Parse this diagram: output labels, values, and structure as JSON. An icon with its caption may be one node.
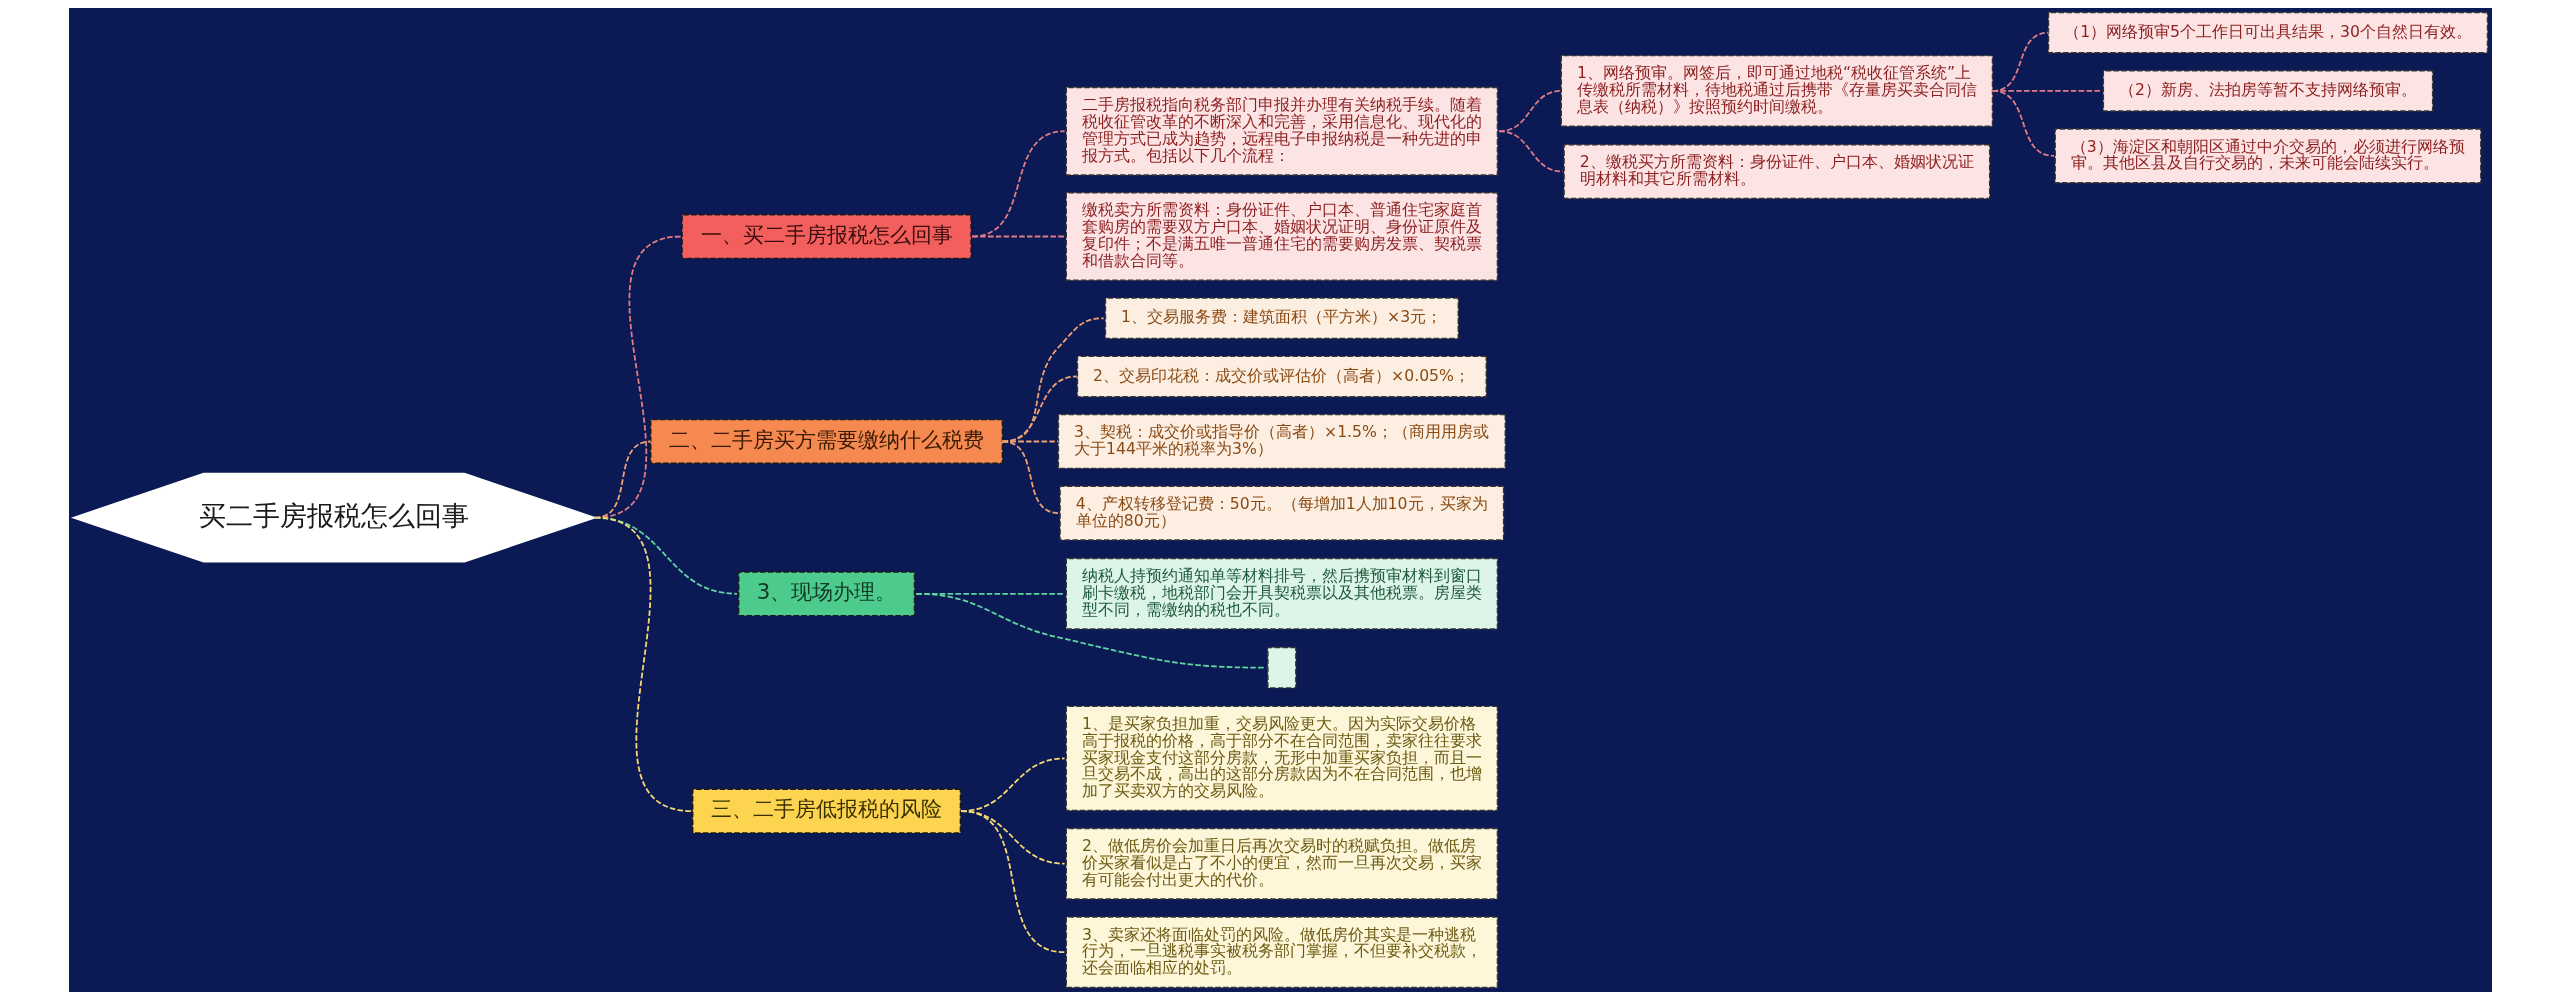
{
  "diagram": {
    "nodes": [
      {
        "text": [
          "买二手房报税怎么回事"
        ]
      },
      {
        "text": [
          "一、买二手房报税怎么回事"
        ]
      },
      {
        "text": [
          "二手房报税指向税务部门申报并办理有关纳税手续。随着税收征管改革的不断深入和完善，采用信息化、现代化的管理方式已成为趋势，远程电子申报纳税是一种先进的申报方式。包括以下几个流程："
        ]
      },
      {
        "text": [
          "1、网络预审。网签后，即可通过地税“税收征管系统”上传缴税所需材料，待地税通过后携带《存量房买卖合同信息表（纳税）》按照预约时间缴税。"
        ]
      },
      {
        "text": [
          "（1）网络预审5个工作日可出具结果，30个自然日有效。"
        ]
      },
      {
        "text": [
          "（2）新房、法拍房等暂不支持网络预审。"
        ]
      },
      {
        "text": [
          "（3）海淀区和朝阳区通过中介交易的，必须进行网络预审。其他区县及自行交易的，未来可能会陆续实行。"
        ]
      },
      {
        "text": [
          "2、缴税买方所需资料：身份证件、户口本、婚姻状况证明材料和其它所需材料。"
        ]
      },
      {
        "text": [
          "缴税卖方所需资料：身份证件、户口本、普通住宅家庭首套购房的需要双方户口本、婚姻状况证明、身份证原件及复印件；不是满五唯一普通住宅的需要购房发票、契税票和借款合同等。"
        ]
      },
      {
        "text": [
          "二、二手房买方需要缴纳什么税费"
        ]
      },
      {
        "text": [
          "1、交易服务费：建筑面积（平方米）×3元；"
        ]
      },
      {
        "text": [
          "2、交易印花税：成交价或评估价（高者）×0.05%；"
        ]
      },
      {
        "text": [
          "3、契税：成交价或指导价（高者）×1.5%；（商用用房或大于144平米的税率为3%）"
        ]
      },
      {
        "text": [
          "4、产权转移登记费：50元。（每增加1人加10元，买家为单位的80元）"
        ]
      },
      {
        "text": [
          "3、现场办理。"
        ]
      },
      {
        "text": [
          "纳税人持预约通知单等材料排号，然后携预审材料到窗口刷卡缴税，地税部门会开具契税票以及其他税票。房屋类型不同，需缴纳的税也不同。"
        ]
      },
      {
        "text": [],
        "shape": "box"
      },
      {
        "text": [
          "三、二手房低报税的风险"
        ]
      },
      {
        "text": [
          "1、是买家负担加重，交易风险更大。因为实际交易价格高于报税的价格，高于部分不在合同范围，卖家往往要求买家现金支付这部分房款，无形中加重买家负担，而且一旦交易不成，高出的这部分房款因为不在合同范围，也增加了买卖双方的交易风险。"
        ]
      },
      {
        "text": [
          "2、做低房价会加重日后再次交易时的税赋负担。做低房价买家看似是占了不小的便宜，然而一旦再次交易，买家有可能会付出更大的代价。"
        ]
      },
      {
        "text": [
          "3、卖家还将面临处罚的风险。做低房价其实是一种逃税行为，一旦逃税事实被税务部门掌握，不但要补交税款，还会面临相应的处罚。"
        ]
      }
    ],
    "edges": [
      {
        "from": 0,
        "to": 1,
        "arrow": "none",
        "style": "dashed"
      },
      {
        "from": 1,
        "to": 2,
        "arrow": "none",
        "style": "dashed"
      },
      {
        "from": 2,
        "to": 3,
        "arrow": "none",
        "style": "dashed"
      },
      {
        "from": 3,
        "to": 4,
        "arrow": "none",
        "style": "dashed"
      },
      {
        "from": 3,
        "to": 5,
        "arrow": "none",
        "style": "dashed"
      },
      {
        "from": 3,
        "to": 6,
        "arrow": "none",
        "style": "dashed"
      },
      {
        "from": 2,
        "to": 7,
        "arrow": "none",
        "style": "dashed"
      },
      {
        "from": 1,
        "to": 8,
        "arrow": "none",
        "style": "dashed"
      },
      {
        "from": 0,
        "to": 9,
        "arrow": "none",
        "style": "dashed",
        "color": "#f0a070"
      },
      {
        "from": 9,
        "to": 10,
        "arrow": "none",
        "style": "dashed",
        "color": "#f0a070"
      },
      {
        "from": 9,
        "to": 11,
        "arrow": "none",
        "style": "dashed",
        "color": "#f0a070"
      },
      {
        "from": 9,
        "to": 12,
        "arrow": "none",
        "style": "dashed",
        "color": "#f0a070"
      },
      {
        "from": 9,
        "to": 13,
        "arrow": "none",
        "style": "dashed",
        "color": "#f0a070"
      },
      {
        "from": 0,
        "to": 14,
        "arrow": "none",
        "style": "dashed",
        "color": "#5fd6a0"
      },
      {
        "from": 14,
        "to": 15,
        "arrow": "none",
        "style": "dashed",
        "color": "#5fd6a0"
      },
      {
        "from": 14,
        "to": 16,
        "arrow": "none",
        "style": "dashed",
        "color": "#5fd6a0"
      },
      {
        "from": 0,
        "to": 17,
        "arrow": "none",
        "style": "dashed",
        "color": "#f5d870"
      },
      {
        "from": 17,
        "to": 18,
        "arrow": "none",
        "style": "dashed",
        "color": "#f5d870"
      },
      {
        "from": 17,
        "to": 19,
        "arrow": "none",
        "style": "dashed",
        "color": "#f5d870"
      },
      {
        "from": 17,
        "to": 20,
        "arrow": "none",
        "style": "dashed",
        "color": "#f5d870"
      }
    ]
  }
}
